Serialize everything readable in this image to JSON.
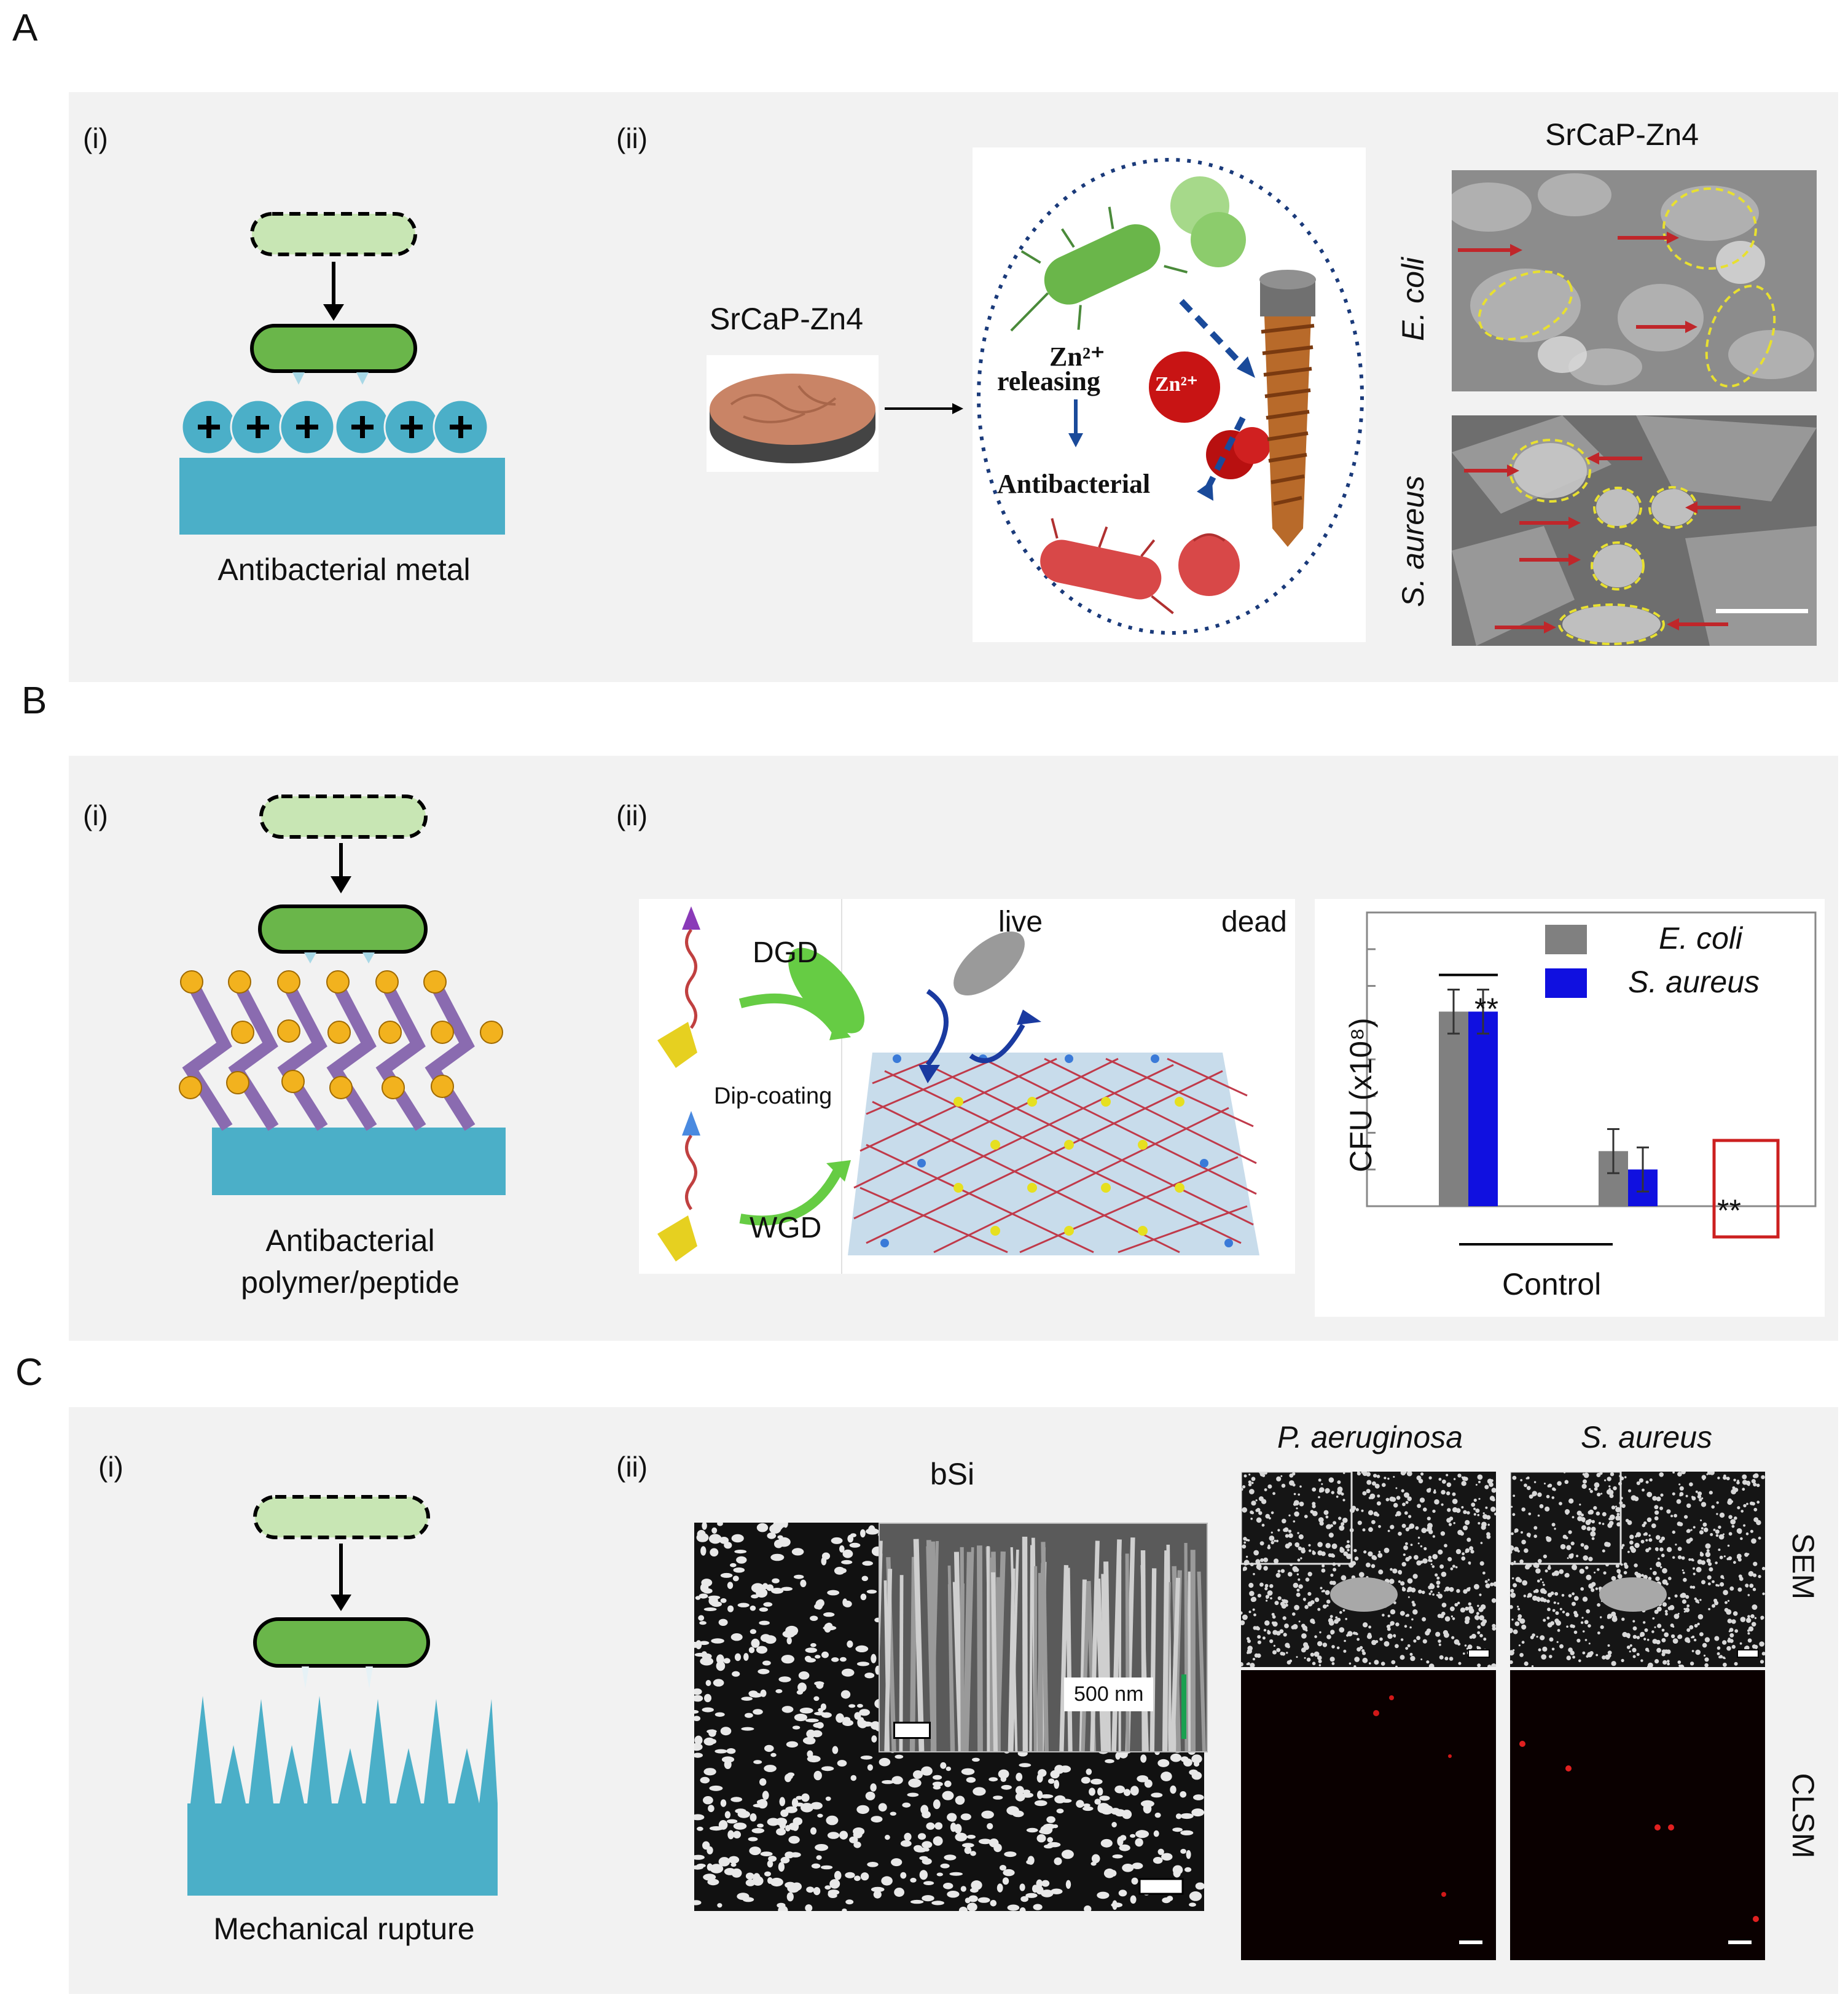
{
  "panels": {
    "A": {
      "letter": "A",
      "sub_i": "(i)",
      "sub_ii": "(ii)",
      "caption_i": "Antibacterial metal",
      "disc_label": "SrCaP-Zn4",
      "sem_title": "SrCaP-Zn4",
      "row1_label": "E. coli",
      "row2_label": "S. aureus",
      "schematic": {
        "zn_label": "Zn²⁺",
        "releasing_label": "releasing",
        "zn_ion_label": "Zn²⁺",
        "antibacterial_label": "Antibacterial"
      }
    },
    "B": {
      "letter": "B",
      "sub_i": "(i)",
      "sub_ii": "(ii)",
      "caption_i_line1": "Antibacterial",
      "caption_i_line2": "polymer/peptide",
      "dgd_label": "DGD",
      "dip_label": "Dip-coating",
      "wgd_label": "WGD",
      "live_label": "live",
      "dead_label": "dead"
    },
    "C": {
      "letter": "C",
      "sub_i": "(i)",
      "sub_ii": "(ii)",
      "caption_i": "Mechanical rupture",
      "bsi_title": "bSi",
      "scale_label": "500 nm",
      "col1_title": "P. aeruginosa",
      "col2_title": "S. aureus",
      "row1_label": "SEM",
      "row2_label": "CLSM"
    }
  },
  "chart_data": {
    "type": "bar",
    "ylabel": "CFU (x10⁸)",
    "group_labels": [
      "Control"
    ],
    "series": [
      {
        "name": "E. coli",
        "color": "#808080",
        "values": [
          5.3,
          1.5,
          0
        ],
        "errors": [
          0.6,
          0.6,
          0
        ]
      },
      {
        "name": "S. aureus",
        "color": "#1010e0",
        "values": [
          5.3,
          1.0,
          0
        ],
        "errors": [
          0.6,
          0.6,
          0
        ]
      }
    ],
    "ylim": [
      0,
      8
    ],
    "annotations": [
      "**",
      "**"
    ],
    "colors": {
      "highlight_box": "#cc2020"
    }
  },
  "colors": {
    "panel_bg": "#f2f2f2",
    "substrate": "#4bafc8",
    "bacterium_light": "#c8e6b4",
    "bacterium_dark": "#6ab64a",
    "polymer": "#8a6bb0",
    "charge": "#f2b21e",
    "arrow_red": "#c0262a",
    "ellipse_yellow": "#e8e030"
  }
}
